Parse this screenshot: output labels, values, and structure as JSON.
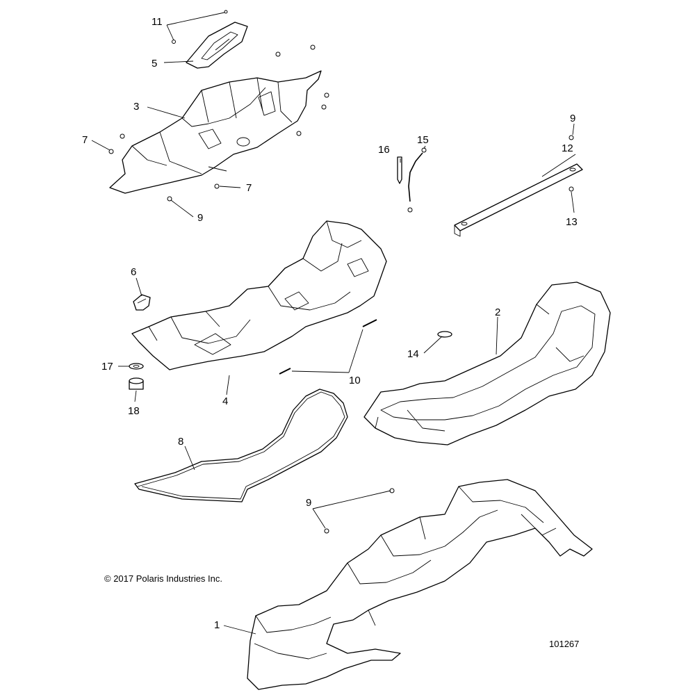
{
  "callouts": {
    "c1": "1",
    "c2": "2",
    "c3": "3",
    "c4": "4",
    "c5": "5",
    "c6": "6",
    "c7a": "7",
    "c7b": "7",
    "c8": "8",
    "c9a": "9",
    "c9b": "9",
    "c9c": "9",
    "c10": "10",
    "c11": "11",
    "c12": "12",
    "c13": "13",
    "c14": "14",
    "c15": "15",
    "c16": "16",
    "c17": "17",
    "c18": "18"
  },
  "copyright": "© 2017 Polaris Industries Inc.",
  "figure_number": "101267",
  "colors": {
    "ink": "#000000",
    "background": "#ffffff"
  }
}
